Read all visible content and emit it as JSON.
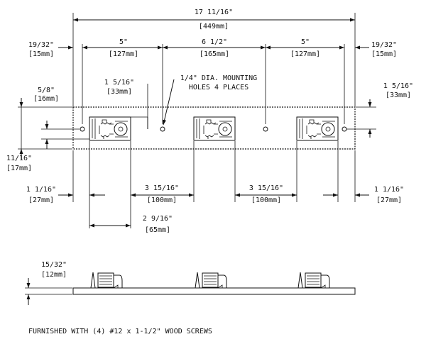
{
  "dimensions": {
    "overall": {
      "frac": "17 11/16\"",
      "mm": "[449mm]"
    },
    "edge_left": {
      "frac": "19/32\"",
      "mm": "[15mm]"
    },
    "edge_right": {
      "frac": "19/32\"",
      "mm": "[15mm]"
    },
    "spacing_a": {
      "frac": "5\"",
      "mm": "[127mm]"
    },
    "spacing_b": {
      "frac": "6 1/2\"",
      "mm": "[165mm]"
    },
    "spacing_c": {
      "frac": "5\"",
      "mm": "[127mm]"
    },
    "height_left": {
      "frac": "5/8\"",
      "mm": "[16mm]"
    },
    "hole_to_hook_left": {
      "frac": "1 5/16\"",
      "mm": "[33mm]"
    },
    "hole_to_hook_right": {
      "frac": "1 5/16\"",
      "mm": "[33mm]"
    },
    "hole_offset": {
      "frac": "11/16\"",
      "mm": "[17mm]"
    },
    "end_left": {
      "frac": "1 1/16\"",
      "mm": "[27mm]"
    },
    "end_right": {
      "frac": "1 1/16\"",
      "mm": "[27mm]"
    },
    "hook_gap_left": {
      "frac": "3 15/16\"",
      "mm": "[100mm]"
    },
    "hook_gap_right": {
      "frac": "3 15/16\"",
      "mm": "[100mm]"
    },
    "hook_width": {
      "frac": "2 9/16\"",
      "mm": "[65mm]"
    },
    "thickness": {
      "frac": "15/32\"",
      "mm": "[12mm]"
    }
  },
  "notes": {
    "holes_line1": "1/4\" DIA. MOUNTING",
    "holes_line2": "HOLES 4 PLACES",
    "footer": "FURNISHED WITH (4) #12 x 1-1/2\" WOOD SCREWS"
  }
}
